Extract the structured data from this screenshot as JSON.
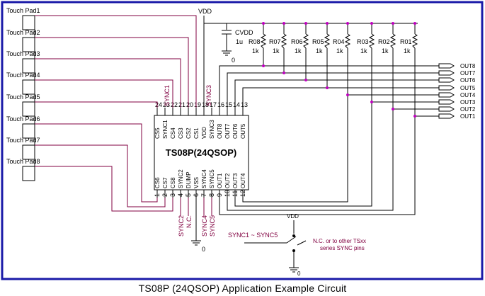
{
  "caption": "TS08P (24QSOP) Application Example Circuit",
  "chip": {
    "name": "TS08P(24QSOP)",
    "top_pins": [
      "24",
      "23",
      "22",
      "21",
      "20",
      "19",
      "18",
      "17",
      "16",
      "15",
      "14",
      "13"
    ],
    "top_labels": [
      "CS5",
      "SYNC1",
      "CS4",
      "CS3",
      "CS2",
      "CS1",
      "VDD",
      "SYNC3",
      "OUT8",
      "OUT7",
      "OUT6",
      "OUT5"
    ],
    "bottom_pins": [
      "1",
      "2",
      "3",
      "4",
      "5",
      "6",
      "7",
      "8",
      "9",
      "10",
      "11",
      "12"
    ],
    "bottom_labels": [
      "CS6",
      "CS7",
      "CS8",
      "SYNC2",
      "DUMP",
      "VSS",
      "SYNC4",
      "SYNC5",
      "OUT1",
      "OUT2",
      "OUT3",
      "OUT4"
    ]
  },
  "pads": [
    "Touch Pad1",
    "Touch Pad2",
    "Touch Pad3",
    "Touch Pad4",
    "Touch Pad5",
    "Touch Pad6",
    "Touch Pad7",
    "Touch Pad8"
  ],
  "resistors": [
    {
      "name": "R08",
      "value": "1k"
    },
    {
      "name": "R07",
      "value": "1k"
    },
    {
      "name": "R06",
      "value": "1k"
    },
    {
      "name": "R05",
      "value": "1k"
    },
    {
      "name": "R04",
      "value": "1k"
    },
    {
      "name": "R03",
      "value": "1k"
    },
    {
      "name": "R02",
      "value": "1k"
    },
    {
      "name": "R01",
      "value": "1k"
    }
  ],
  "outputs": [
    "OUT8",
    "OUT7",
    "OUT6",
    "OUT5",
    "OUT4",
    "OUT3",
    "OUT2",
    "OUT1"
  ],
  "vdd": "VDD",
  "cap": {
    "name": "CVDD",
    "value": "1u"
  },
  "ground": "0",
  "top_sync_labels": [
    "SYNC1",
    "SYNC3"
  ],
  "bottom_sync_labels": [
    "SYNC2",
    "N.C.",
    "SYNC4",
    "SYNC5"
  ],
  "sync_note": {
    "left": "SYNC1 ~ SYNC5",
    "right1": "N.C. or to other TSxx",
    "right2": "series SYNC pins"
  },
  "colors": {
    "border": "#1a1aa8",
    "wire": "#000000",
    "pin": "#800040",
    "node": "#c000c0"
  }
}
